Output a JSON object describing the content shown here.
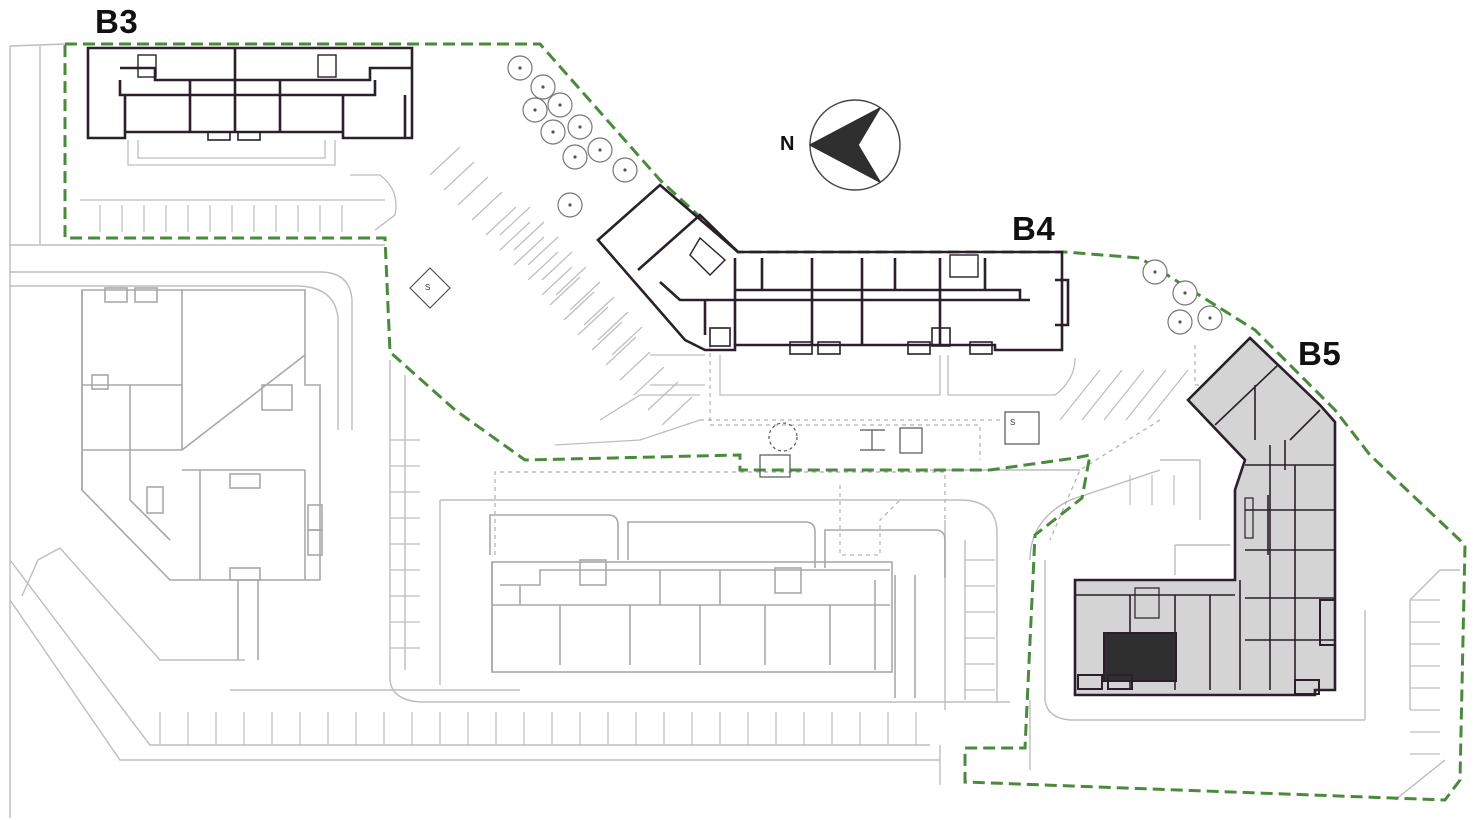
{
  "labels": {
    "b3": "B3",
    "b4": "B4",
    "b5": "B5",
    "north": "N",
    "stair_sign_1": "S",
    "stair_sign_2": "S"
  },
  "icons": {
    "compass": "north-arrow-icon",
    "tree": "tree-icon"
  },
  "colors": {
    "site_boundary": "#4a8a3c",
    "highlight_outline": "#2a1f2a",
    "highlight_fill": "#d4d4d4",
    "context_lines": "#bdbdbd",
    "core_fill": "#2f2f2f"
  }
}
